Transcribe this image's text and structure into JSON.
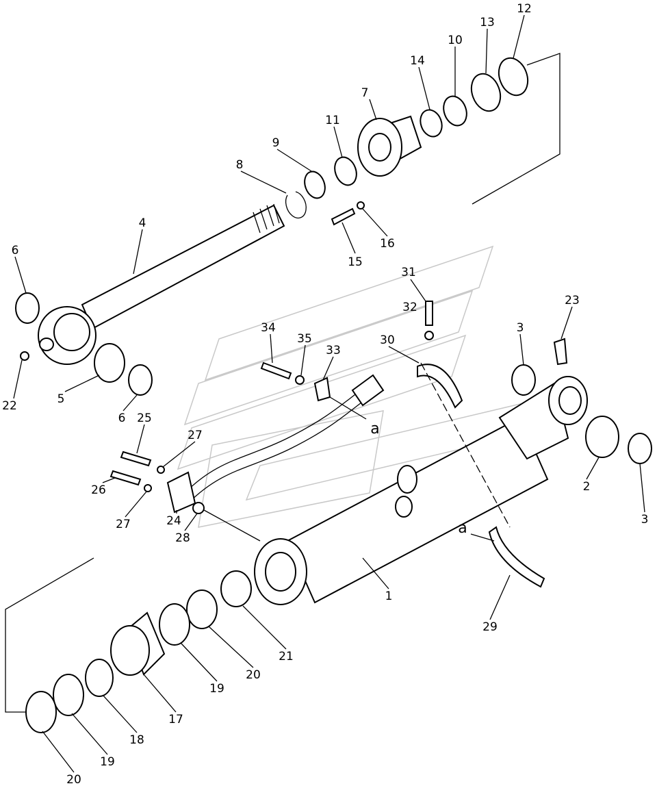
{
  "diagram": {
    "title": "Hydraulic cylinder exploded parts view",
    "callouts": {
      "p1": "1",
      "p2": "2",
      "p3a": "3",
      "p3b": "3",
      "p4": "4",
      "p5": "5",
      "p6a": "6",
      "p6b": "6",
      "p7": "7",
      "p8": "8",
      "p9": "9",
      "p10": "10",
      "p11": "11",
      "p12": "12",
      "p13": "13",
      "p14": "14",
      "p15": "15",
      "p16": "16",
      "p17": "17",
      "p18": "18",
      "p19a": "19",
      "p19b": "19",
      "p20a": "20",
      "p20b": "20",
      "p21": "21",
      "p22": "22",
      "p23": "23",
      "p24": "24",
      "p25": "25",
      "p26": "26",
      "p27a": "27",
      "p27b": "27",
      "p28": "28",
      "p29": "29",
      "p30": "30",
      "p31": "31",
      "p32": "32",
      "p33": "33",
      "p34": "34",
      "p35": "35",
      "refA1": "a",
      "refA2": "a"
    }
  }
}
